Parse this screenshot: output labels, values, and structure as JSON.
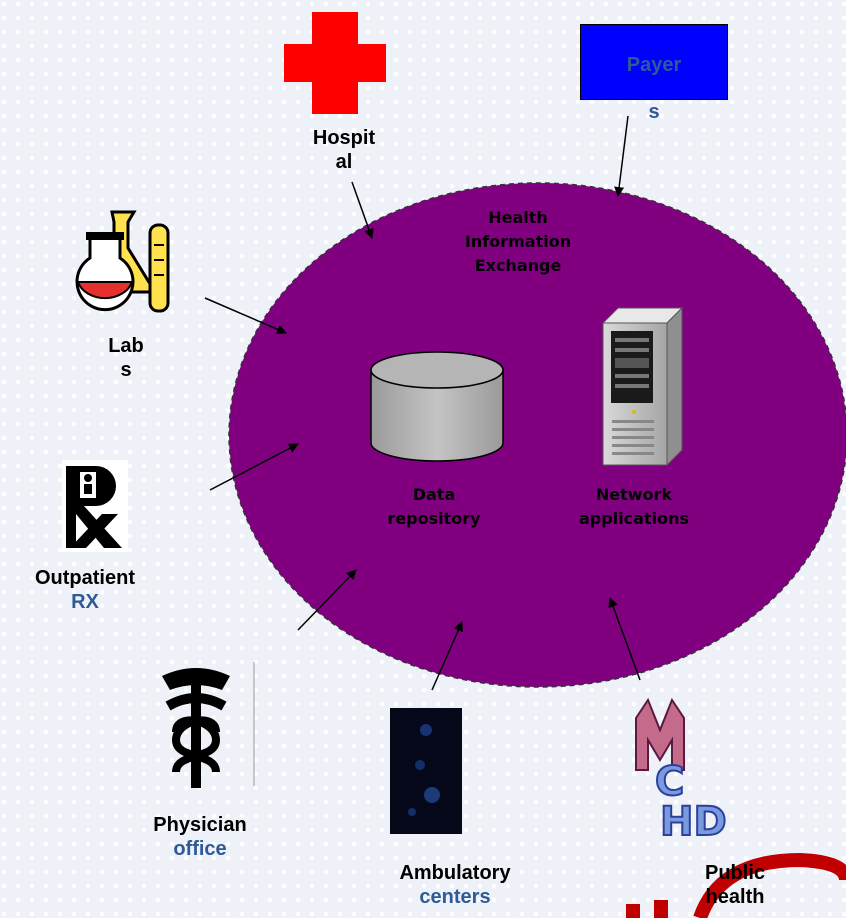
{
  "hub": {
    "line1": "Health",
    "line2": "Information",
    "line3": "Exchange",
    "color": "#800080"
  },
  "repository": {
    "line1": "Data",
    "line2": "repository"
  },
  "network": {
    "line1": "Network",
    "line2": "applications"
  },
  "hospital": {
    "line1": "Hospit",
    "line2": "al"
  },
  "payers": {
    "line1": "Payer",
    "line2": "s"
  },
  "labs": {
    "line1": "Lab",
    "line2": "s"
  },
  "outpatient": {
    "line1": "Outpatient",
    "line2": "RX"
  },
  "physician": {
    "line1": "Physician",
    "line2": "office"
  },
  "ambulatory": {
    "line1": "Ambulatory",
    "line2": "centers"
  },
  "public_health": {
    "line1": "Public",
    "line2": "health"
  },
  "icons": [
    "red-cross-icon",
    "lab-flasks-icon",
    "rx-symbol-icon",
    "caduceus-icon",
    "ambulatory-image-icon",
    "mchd-logo-icon",
    "database-cylinder-icon",
    "server-tower-icon"
  ]
}
